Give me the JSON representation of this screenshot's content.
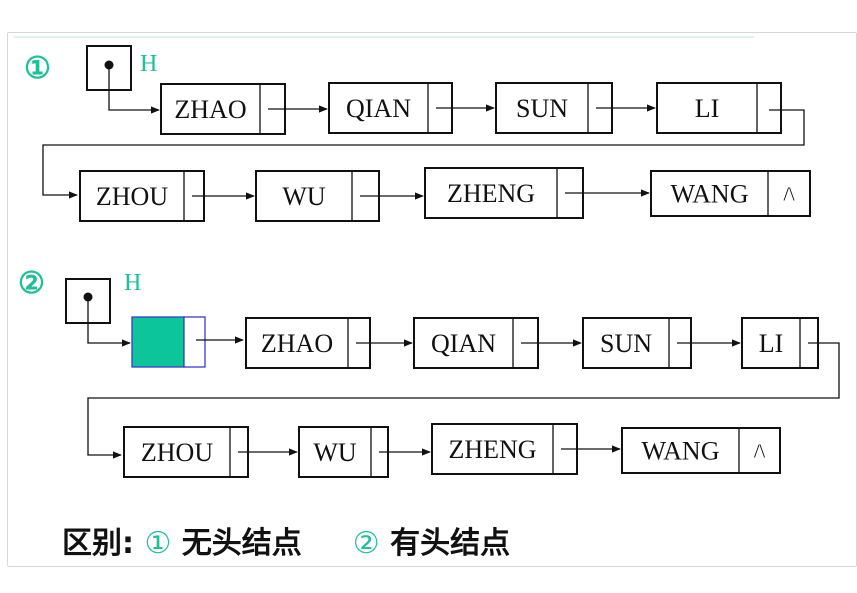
{
  "diagram": {
    "title": "",
    "list1": {
      "marker": "①",
      "head_label": "H",
      "row1": [
        "ZHAO",
        "QIAN",
        "SUN",
        "LI"
      ],
      "row2": [
        "ZHOU",
        "WU",
        "ZHENG",
        "WANG"
      ],
      "null_symbol": "/\\"
    },
    "list2": {
      "marker": "②",
      "head_label": "H",
      "row1": [
        "ZHAO",
        "QIAN",
        "SUN",
        "LI"
      ],
      "row2": [
        "ZHOU",
        "WU",
        "ZHENG",
        "WANG"
      ],
      "null_symbol": "/\\"
    },
    "caption": {
      "prefix": "区别:",
      "item1_marker": "①",
      "item1_text": "无头结点",
      "item2_marker": "②",
      "item2_text": "有头结点"
    },
    "colors": {
      "accent": "#1fbf9a",
      "head_node_fill": "#0cc59a",
      "head_node_border": "#3a3acb",
      "stroke": "#111111"
    }
  }
}
